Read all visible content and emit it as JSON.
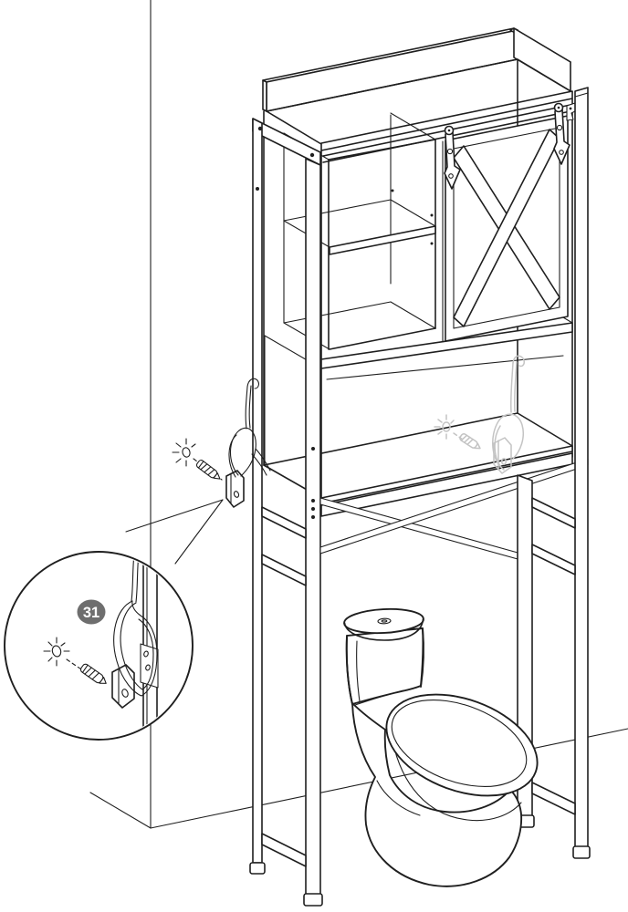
{
  "figure": {
    "kind": "assembly-instruction-line-drawing",
    "subject": "over-the-toilet storage rack installed above a toilet against a wall"
  },
  "callout": {
    "number": "31"
  },
  "colors": {
    "line": "#1f1f1f",
    "ghost": "#c4c4c4",
    "badge": "#6e6e6e",
    "badge_text": "#ffffff",
    "background": "#ffffff"
  },
  "parts": [
    "wall corner line",
    "floor line",
    "top tray with raised rim",
    "sliding rail",
    "barn-door hangers with arrow straps",
    "sliding barn door with X brace",
    "open side compartment with middle shelf",
    "open display niche with back panel",
    "bottom shelf over toilet",
    "left frame panel with two posts",
    "right frame panel with two posts",
    "cross braces",
    "anti-tip rope and L-bracket",
    "wall anchor plug and drilled hole",
    "magnified detail callout circle",
    "toilet with tank, lid, seat and bowl"
  ]
}
